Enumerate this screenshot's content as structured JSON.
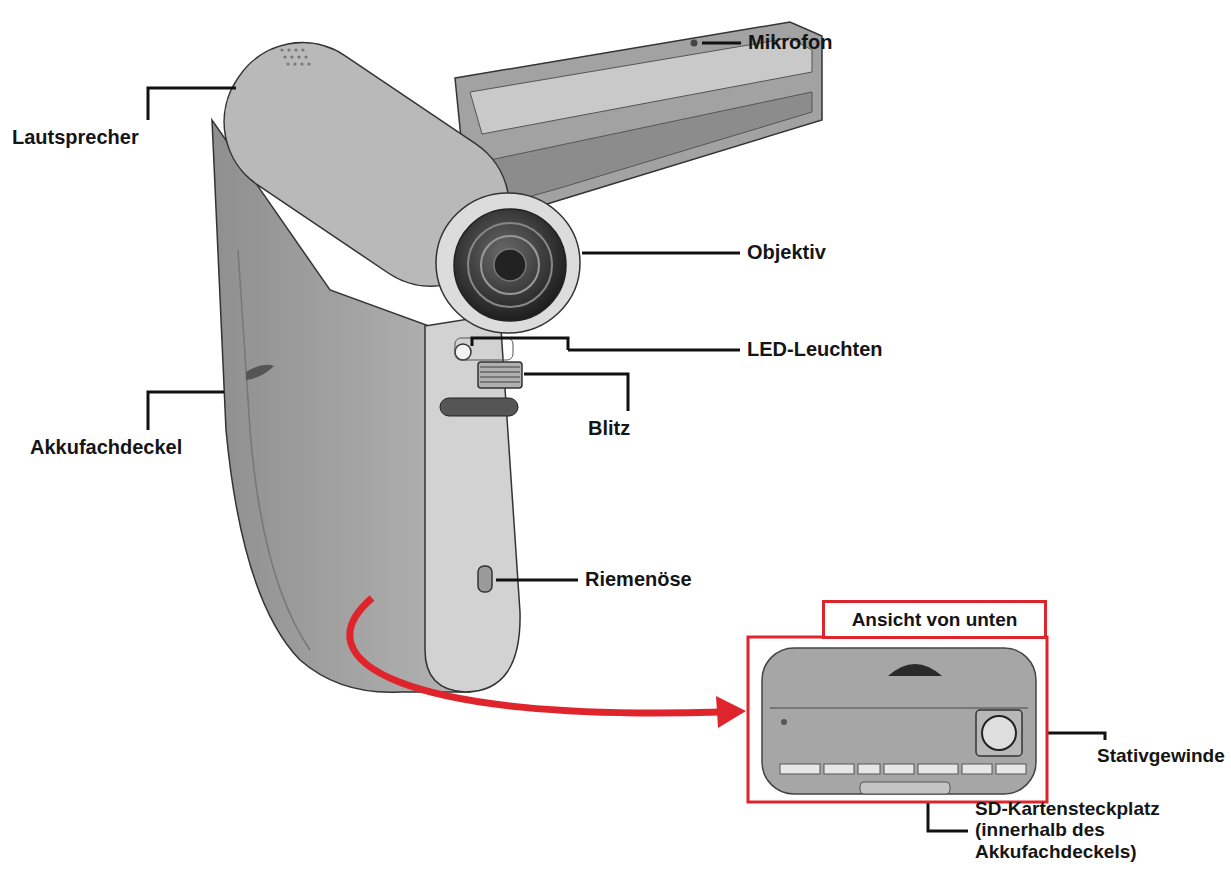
{
  "diagram": {
    "nodes": [
      {
        "text": [
          "Ansicht von unten"
        ]
      }
    ],
    "labels": [
      "Mikrofon",
      "Lautsprecher",
      "Objektiv",
      "LED-Leuchten",
      "Akkufachdeckel",
      "Blitz",
      "Riemenöse",
      "Stativgewinde",
      "SD-Kartensteckplatz (innerhalb des Akkufachdeckels)"
    ]
  }
}
